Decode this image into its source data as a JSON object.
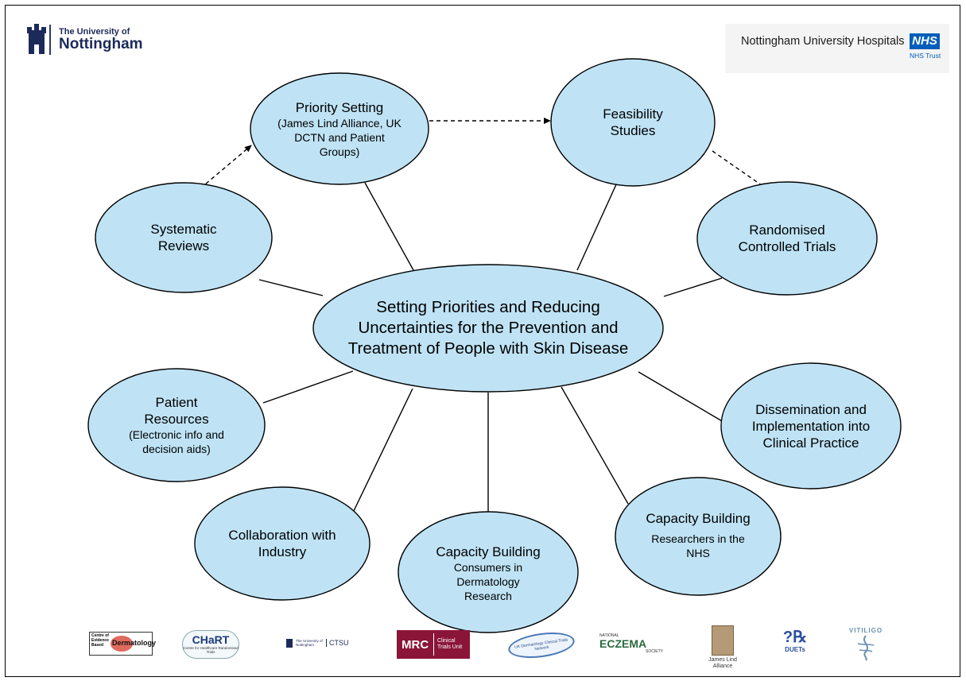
{
  "header": {
    "uon_line1": "The University of",
    "uon_line2": "Nottingham",
    "nuh_name": "Nottingham University Hospitals",
    "nuh_badge": "NHS",
    "nuh_trust": "NHS Trust"
  },
  "diagram": {
    "center": "Setting Priorities and Reducing Uncertainties for the Prevention and Treatment of People with Skin Disease",
    "priority_title": "Priority Setting",
    "priority_sub": "(James Lind Alliance, UK DCTN and Patient Groups)",
    "feasibility": "Feasibility Studies",
    "systematic": "Systematic Reviews",
    "rct": "Randomised Controlled Trials",
    "patient_title": "Patient Resources",
    "patient_sub": "(Electronic info and decision aids)",
    "dissemination": "Dissemination and Implementation into Clinical Practice",
    "collaboration": "Collaboration with Industry",
    "cap_consumers_title": "Capacity Building",
    "cap_consumers_sub": "Consumers in Dermatology Research",
    "cap_researchers_title": "Capacity Building",
    "cap_researchers_sub": "Researchers in the NHS",
    "fill_color": "#bfe3f5",
    "line_color": "#000000"
  },
  "logos": {
    "cebd_a": "Centre of",
    "cebd_b": "Evidence",
    "cebd_c": "Based",
    "cebd_d": "Dermatology",
    "chart": "CHaRT",
    "chart_sub": "Centre for Healthcare Randomised Trials",
    "ctsu_uni": "The University of Nottingham",
    "ctsu": "CTSU",
    "mrc": "MRC",
    "mrc_sub": "Clinical Trials Unit",
    "ukdctn": "UK Dermatology Clinical Trials Network",
    "eczema": "ECZEMA",
    "eczema_a": "NATIONAL",
    "eczema_b": "SOCIETY",
    "jla": "James Lind Alliance",
    "duets": "DUETs",
    "vitiligo": "VITILIGO"
  }
}
